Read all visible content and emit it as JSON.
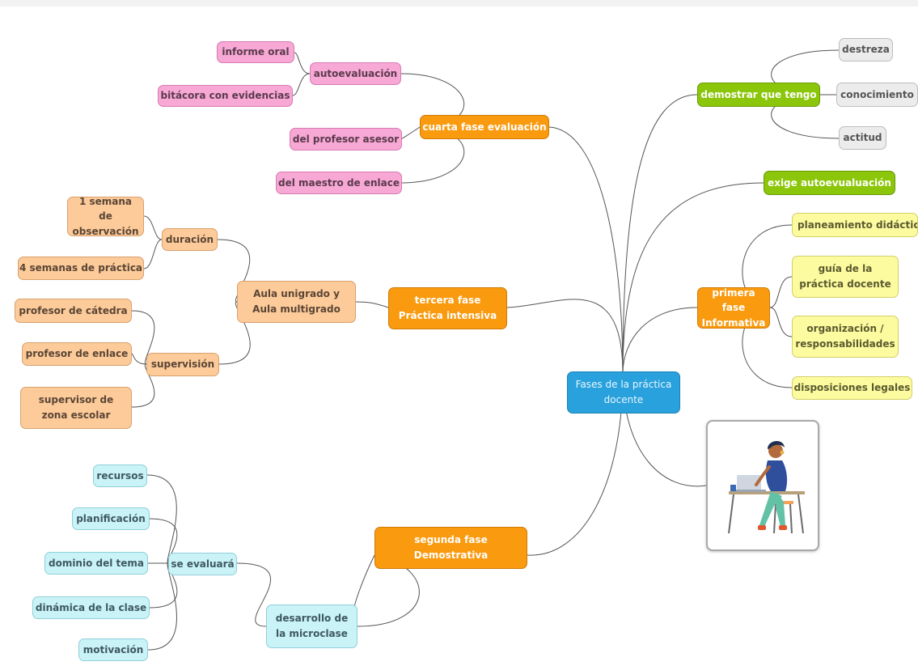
{
  "map": {
    "root": "Fases de la práctica docente",
    "cuarta": {
      "label": "cuarta fase evaluación",
      "autoevaluacion": "autoevaluación",
      "informe_oral": "informe oral",
      "bitacora": "bitácora con evidencias",
      "profesor_asesor": "del profesor asesor",
      "maestro_enlace": "del maestro de enlace"
    },
    "tercera": {
      "label": "tercera fase Práctica intensiva",
      "aula": "Aula unigrado y Aula multigrado",
      "duracion": "duración",
      "semana_obs": "1 semana de observación",
      "semanas_prac": "4 semanas de práctica",
      "supervision": "supervisión",
      "prof_catedra": "profesor de cátedra",
      "prof_enlace": "profesor de enlace",
      "supervisor_zona": "supervisor de zona escolar"
    },
    "segunda": {
      "label": "segunda fase Demostrativa",
      "desarrollo": "desarrollo de la microclase",
      "se_evaluara": "se evaluará",
      "recursos": "recursos",
      "planificacion": "planificación",
      "dominio": "dominio del tema",
      "dinamica": "dinámica de la clase",
      "motivacion": "motivación"
    },
    "demostrar": {
      "label": "demostrar que tengo",
      "destreza": "destreza",
      "conocimiento": "conocimiento",
      "actitud": "actitud"
    },
    "exige": "exige autoevualuación",
    "primera": {
      "label": "primera fase Informativa",
      "planeamiento": "planeamiento didáctico",
      "guia": "guía de la práctica docente",
      "organizacion": "organización / responsabilidades",
      "disposiciones": "disposiciones legales"
    },
    "illustration": "person-at-laptop-illustration"
  },
  "colors": {
    "root": "#29a1dc",
    "phase": "#f99a0f",
    "pink": "#f7a8d4",
    "peach": "#fdcb9a",
    "cyan": "#c9f3f7",
    "green": "#8bc60a",
    "gray": "#ececec",
    "yellow": "#fdfb9f",
    "link": "#555555"
  }
}
